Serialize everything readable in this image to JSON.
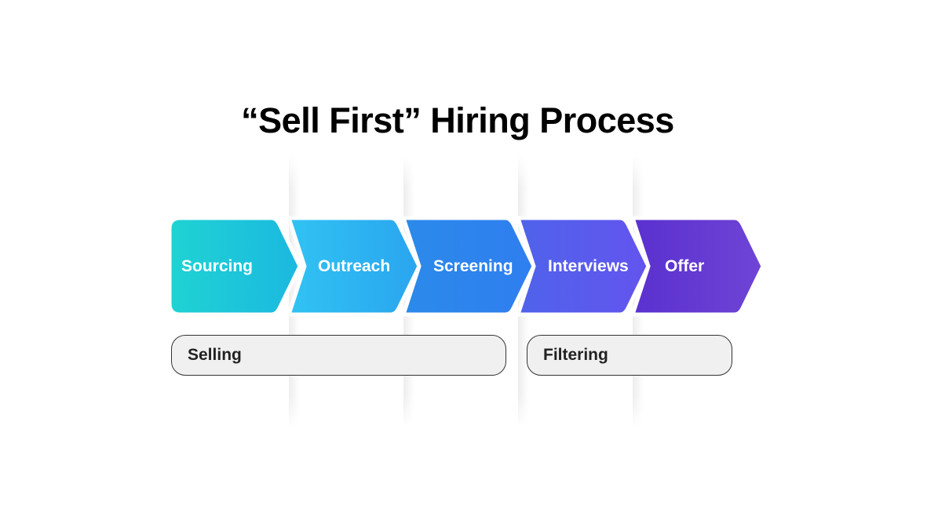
{
  "title": "“Sell First” Hiring Process",
  "stages": [
    {
      "label": "Sourcing",
      "color_start": "#1fd3d3",
      "color_end": "#1bb8e0"
    },
    {
      "label": "Outreach",
      "color_start": "#31c3f3",
      "color_end": "#2aa5ef"
    },
    {
      "label": "Screening",
      "color_start": "#2b8aea",
      "color_end": "#2f7ef0"
    },
    {
      "label": "Interviews",
      "color_start": "#4f63ea",
      "color_end": "#6354ef"
    },
    {
      "label": "Offer",
      "color_start": "#5a30cf",
      "color_end": "#6f44d6"
    }
  ],
  "phases": [
    {
      "label": "Selling",
      "spans": [
        "Sourcing",
        "Outreach",
        "Screening"
      ]
    },
    {
      "label": "Filtering",
      "spans": [
        "Interviews",
        "Offer"
      ]
    }
  ]
}
